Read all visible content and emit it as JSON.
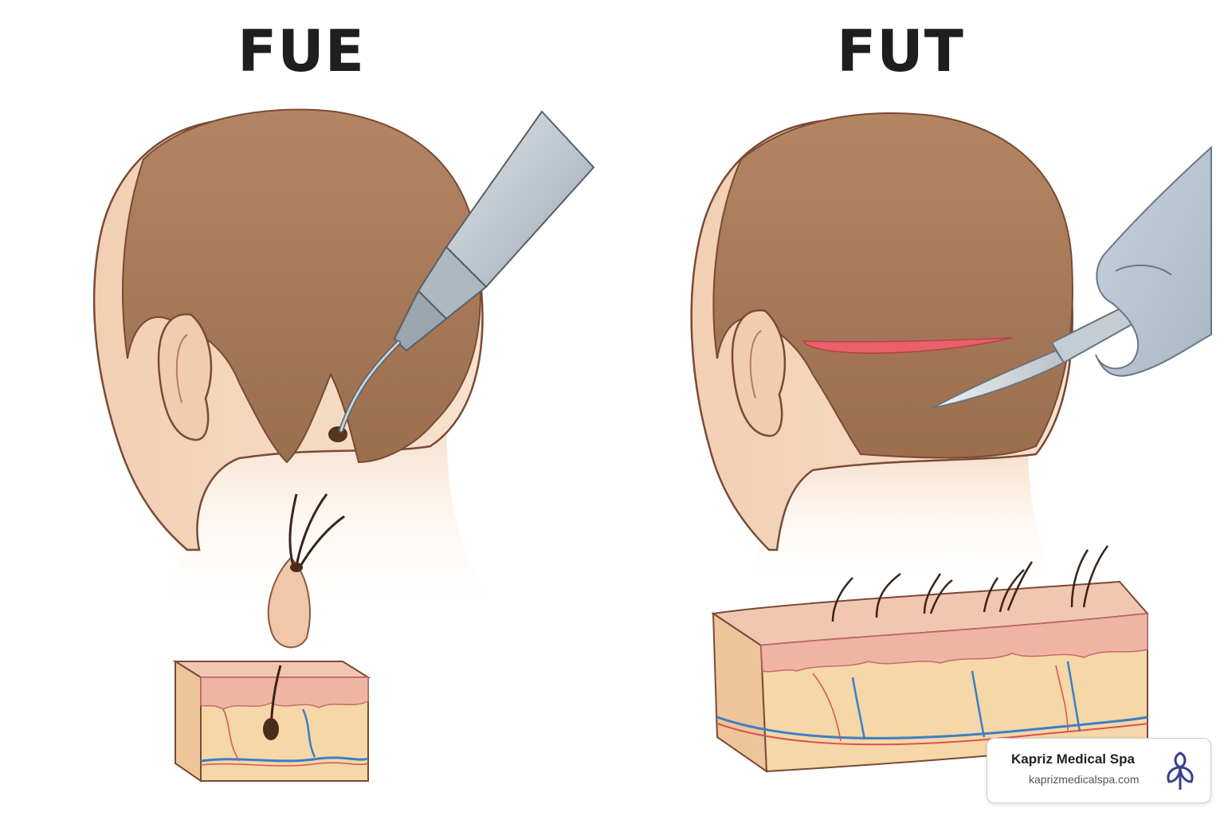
{
  "panels": {
    "left": {
      "title": "FUE"
    },
    "right": {
      "title": "FUT"
    }
  },
  "brand": {
    "name": "Kapriz Medical Spa",
    "url": "kaprizmedicalspa.com",
    "logo_icon": "kapriz-flower-logo-icon",
    "logo_color": "#3b3f8f"
  },
  "colors": {
    "skin": "#f4d9c0",
    "hair": "#a87b58",
    "instrument": "#c3ccd4",
    "incision": "#e8616a",
    "dermis": "#eeb5a5",
    "fat": "#f5d7a8",
    "artery": "#d9534f",
    "vein": "#3b7fc4",
    "outline": "#7a4a35"
  }
}
